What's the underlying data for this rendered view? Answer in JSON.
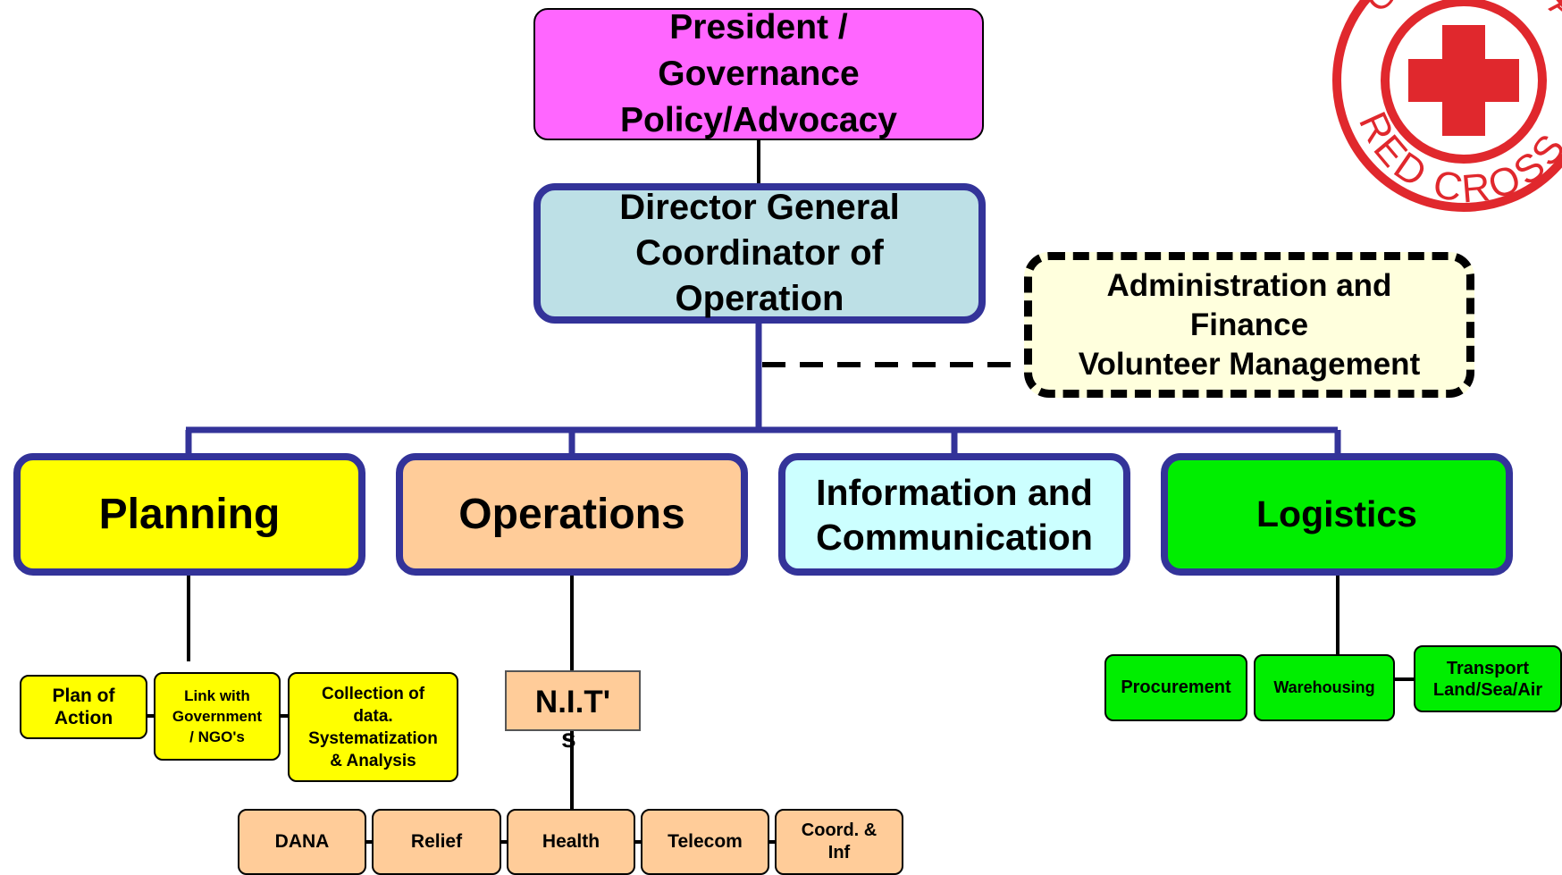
{
  "president": {
    "lines": "President /\nGovernance\nPolicy/Advocacy"
  },
  "director": {
    "lines": "Director General\nCoordinator of\nOperation"
  },
  "admin": {
    "lines": "Administration and\nFinance\nVolunteer Management"
  },
  "functions": {
    "planning": "Planning",
    "operations": "Operations",
    "infocomm": "Information and\nCommunication",
    "logistics": "Logistics"
  },
  "planning_items": {
    "plan_of_action": "Plan of\nAction",
    "link_government": "Link with\nGovernment\n/ NGO's",
    "collection": "Collection of\ndata.\nSystematization\n& Analysis"
  },
  "nit": {
    "label": "N.I.T'",
    "suffix": "s"
  },
  "operations_items": {
    "dana": "DANA",
    "relief": "Relief",
    "health": "Health",
    "telecom": "Telecom",
    "coord": "Coord. &\nInf"
  },
  "logistics_items": {
    "procurement": "Procurement",
    "warehousing": "Warehousing",
    "transport": "Transport\nLand/Sea/Air"
  },
  "logo": {
    "text_top": "G",
    "text_top_right": "A",
    "text_bottom": "RED  CROSS"
  },
  "colors": {
    "president": "#ff66ff",
    "director": "#bde0e6",
    "admin": "#ffffdd",
    "planning": "#ffff00",
    "operations": "#ffcc99",
    "infocomm": "#ccffff",
    "logistics": "#00ee00",
    "border_blue": "#333399",
    "red_cross": "#e0282d"
  }
}
